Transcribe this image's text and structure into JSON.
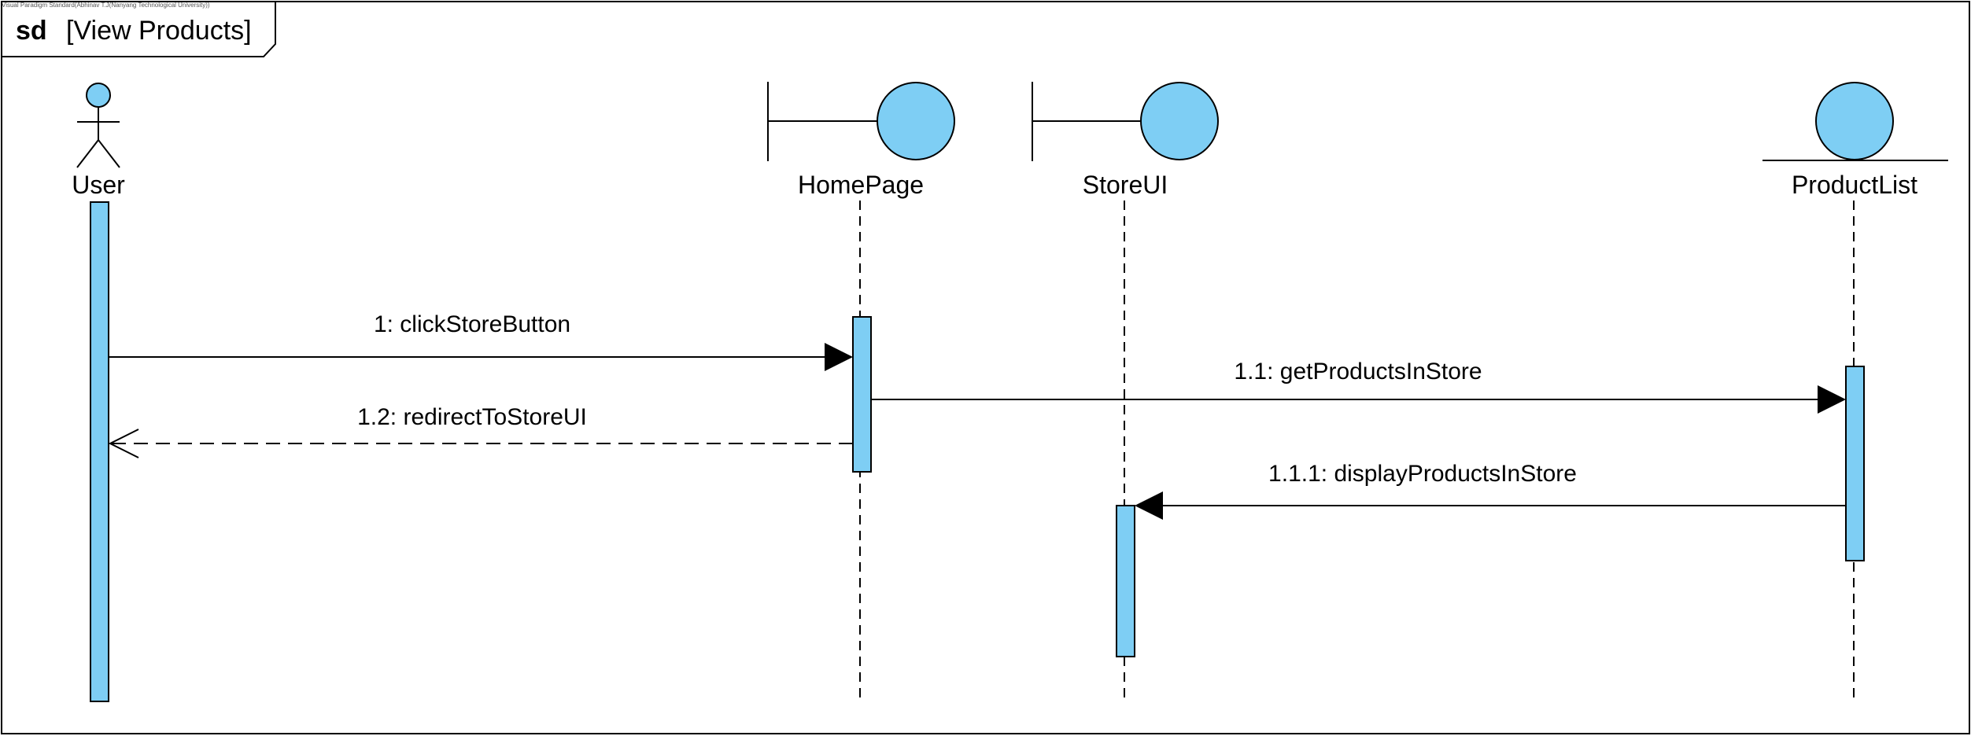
{
  "watermark": "Visual Paradigm Standard(Abhinav T.J(Nanyang Technological University))",
  "frame": {
    "keyword": "sd",
    "title": "[View Products]"
  },
  "lifelines": [
    {
      "name": "User",
      "kind": "actor"
    },
    {
      "name": "HomePage",
      "kind": "boundary"
    },
    {
      "name": "StoreUI",
      "kind": "boundary"
    },
    {
      "name": "ProductList",
      "kind": "entity"
    }
  ],
  "messages": [
    {
      "label": "1: clickStoreButton",
      "from": "User",
      "to": "HomePage",
      "type": "synchronous"
    },
    {
      "label": "1.1: getProductsInStore",
      "from": "HomePage",
      "to": "ProductList",
      "type": "synchronous"
    },
    {
      "label": "1.2: redirectToStoreUI",
      "from": "HomePage",
      "to": "User",
      "type": "return"
    },
    {
      "label": "1.1.1: displayProductsInStore",
      "from": "ProductList",
      "to": "StoreUI",
      "type": "synchronous"
    }
  ],
  "colors": {
    "fill": "#7ecef4",
    "stroke": "#000000",
    "background": "#ffffff"
  }
}
